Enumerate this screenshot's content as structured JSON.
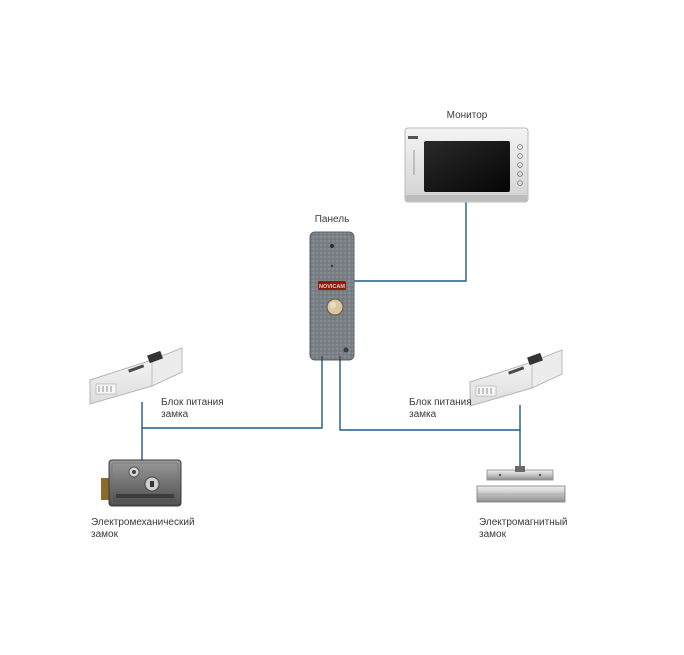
{
  "colors": {
    "wire": "#1f5a8c",
    "text": "#3a3a3a",
    "panel_body": "#7a7f86",
    "brand_plate": "#8b1a12"
  },
  "devices": {
    "monitor": {
      "label": "Монитор",
      "icon": "monitor-icon"
    },
    "panel": {
      "label": "Панель",
      "icon": "call-panel-icon",
      "brand": "NOVICAM"
    },
    "psu_left": {
      "label_line1": "Блок питания",
      "label_line2": "замка",
      "icon": "power-supply-icon"
    },
    "psu_right": {
      "label_line1": "Блок питания",
      "label_line2": "замка",
      "icon": "power-supply-icon"
    },
    "lock_mech": {
      "label_line1": "Электромеханический",
      "label_line2": "замок",
      "icon": "electromechanical-lock-icon"
    },
    "lock_mag": {
      "label_line1": "Электромагнитный",
      "label_line2": "замок",
      "icon": "electromagnetic-lock-icon"
    }
  }
}
